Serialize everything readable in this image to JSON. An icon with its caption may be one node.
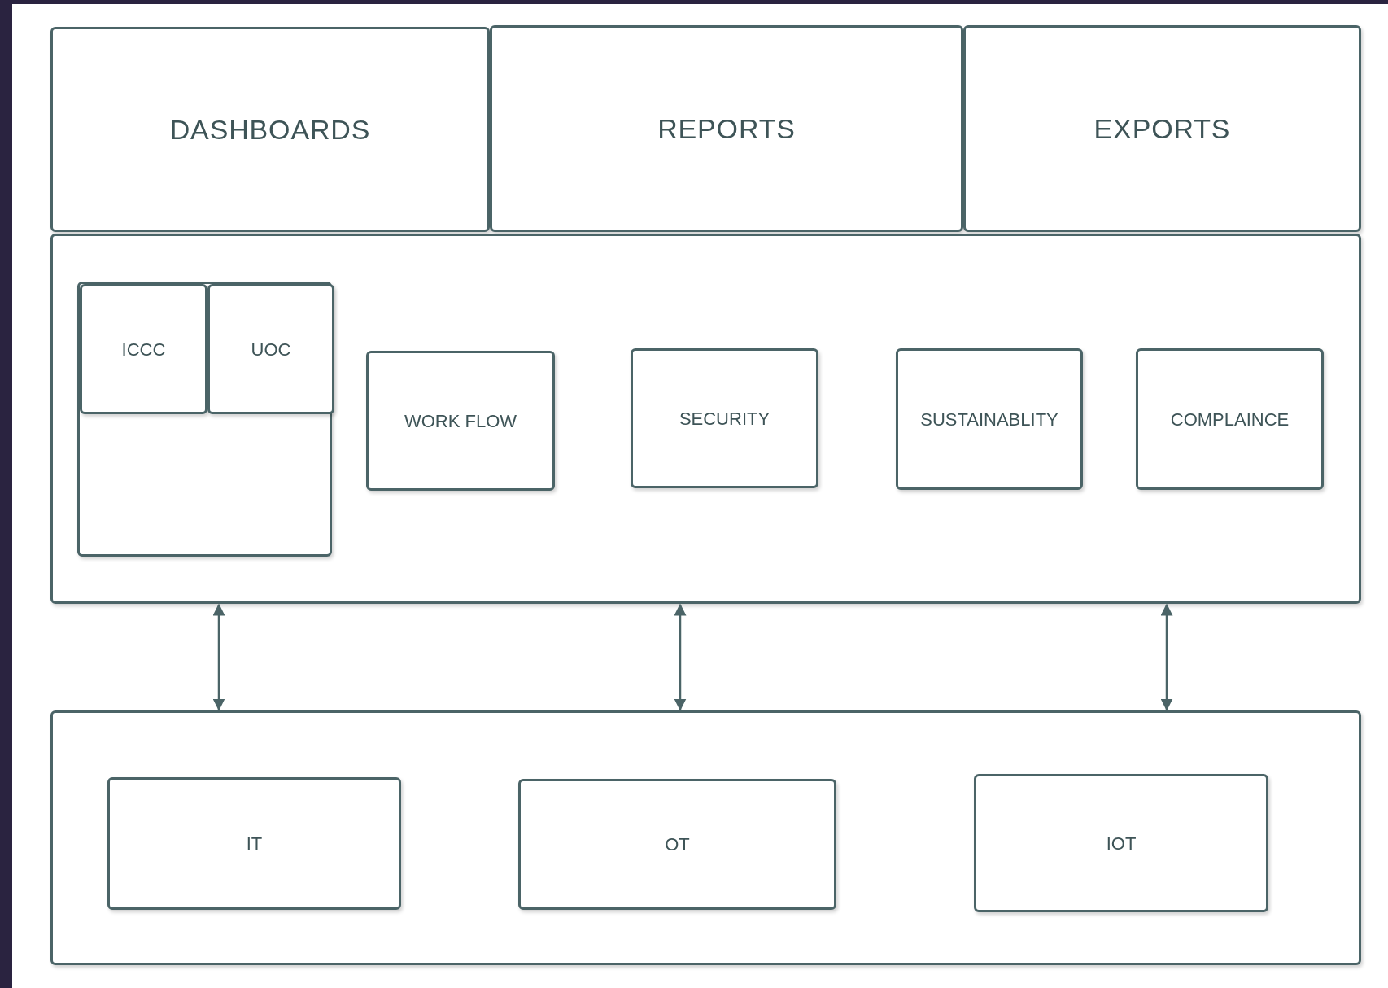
{
  "diagram": {
    "nodes": [
      {
        "text": [
          "DASHBOARDS"
        ]
      },
      {
        "text": [
          "REPORTS"
        ]
      },
      {
        "text": [
          "EXPORTS"
        ]
      },
      {
        "text": [],
        "shape": "box"
      },
      {
        "text": [],
        "shape": "box",
        "in": 3
      },
      {
        "text": [
          "ICCC"
        ],
        "in": 4
      },
      {
        "text": [
          "UOC"
        ],
        "in": 4
      },
      {
        "text": [
          "WORK FLOW"
        ],
        "in": 3
      },
      {
        "text": [
          "SECURITY"
        ],
        "in": 3
      },
      {
        "text": [
          "SUSTAINABLITY"
        ],
        "in": 3
      },
      {
        "text": [
          "COMPLAINCE"
        ],
        "in": 3
      },
      {
        "text": [],
        "shape": "box"
      },
      {
        "text": [
          "IT"
        ],
        "in": 11
      },
      {
        "text": [
          "OT"
        ],
        "in": 11
      },
      {
        "text": [
          "IOT"
        ],
        "in": 11
      }
    ],
    "edges": [
      {
        "from": 3,
        "to": 11,
        "arrow": "both"
      },
      {
        "from": 3,
        "to": 11,
        "arrow": "both"
      },
      {
        "from": 3,
        "to": 11,
        "arrow": "both"
      }
    ]
  }
}
